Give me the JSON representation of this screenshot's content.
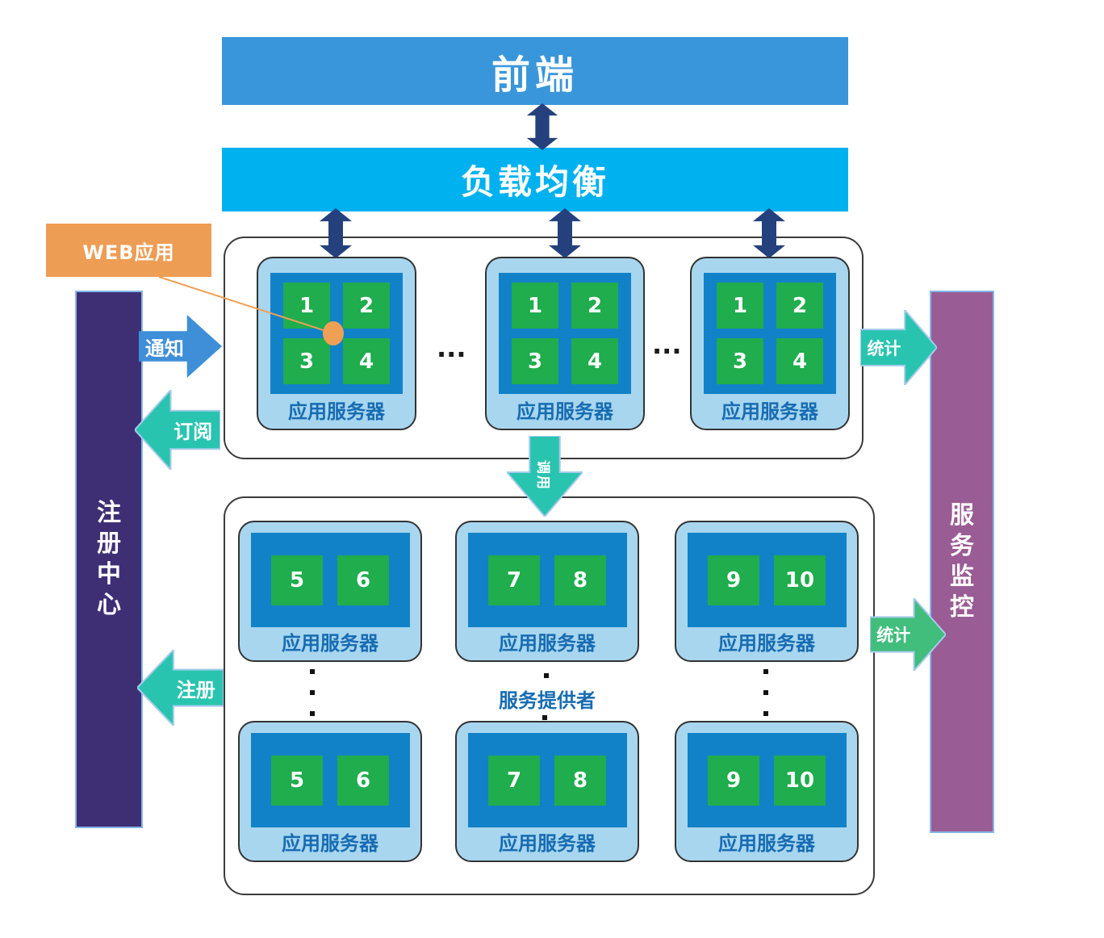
{
  "frontend_bar": {
    "label": "前端"
  },
  "lb_bar": {
    "label": "负载均衡"
  },
  "web_app_tag": {
    "label": "WEB应用"
  },
  "registry_bar": {
    "label": "注册中心"
  },
  "monitor_bar": {
    "label": "服务监控"
  },
  "arrows": {
    "notify": "通知",
    "subscribe": "订阅",
    "register": "注册",
    "stats_top": "统计",
    "stats_bottom": "统计",
    "invoke": "调用"
  },
  "app_server_label": "应用服务器",
  "provider_label": "服务提供者",
  "ellipsis": "...",
  "top_servers": [
    {
      "cells": [
        "1",
        "2",
        "3",
        "4"
      ]
    },
    {
      "cells": [
        "1",
        "2",
        "3",
        "4"
      ]
    },
    {
      "cells": [
        "1",
        "2",
        "3",
        "4"
      ]
    }
  ],
  "bottom_servers": {
    "row1": [
      {
        "cells": [
          "5",
          "6"
        ]
      },
      {
        "cells": [
          "7",
          "8"
        ]
      },
      {
        "cells": [
          "9",
          "10"
        ]
      }
    ],
    "row2": [
      {
        "cells": [
          "5",
          "6"
        ]
      },
      {
        "cells": [
          "7",
          "8"
        ]
      },
      {
        "cells": [
          "9",
          "10"
        ]
      }
    ]
  },
  "colors": {
    "frontend": "#3996DB",
    "load_balancer": "#00B1EF",
    "navy": "#24417E",
    "teal": "#29C4AF",
    "green_arrow": "#41BD7C",
    "blue_arrow": "#3E8ED8",
    "arrow_outline": "#A6CBEC",
    "card_bg": "#A8D6EF",
    "card_inner": "#1182C8",
    "cell_green": "#1FAD4D",
    "registry": "#3E2F75",
    "monitor": "#9A5C95",
    "web_app": "#EE9D55",
    "label_blue": "#176CB2",
    "bar_border": "#86B7E6",
    "connector_orange": "#F0A055"
  }
}
